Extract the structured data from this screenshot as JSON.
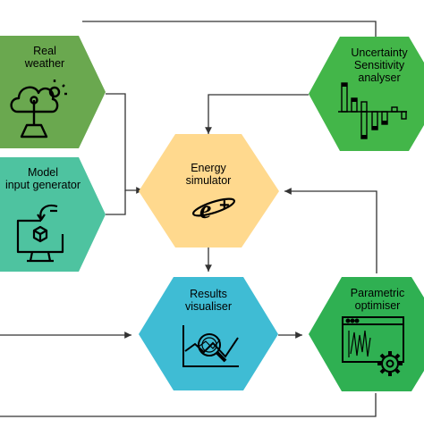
{
  "nodes": {
    "real_weather": {
      "line1": "Real",
      "line2": "weather",
      "color": "#6aa84f",
      "icon": "weather-station-icon"
    },
    "model_input": {
      "line1": "Model",
      "line2": "input generator",
      "color": "#4ec3a0",
      "icon": "monitor-cube-icon"
    },
    "energy_sim": {
      "line1": "Energy",
      "line2": "simulator",
      "color": "#ffd98e",
      "icon": "energyplus-logo-icon",
      "logo_text": "e+"
    },
    "uncertainty": {
      "line1": "Uncertainty",
      "line2": "Sensitivity",
      "line3": "analyser",
      "color": "#43b649",
      "icon": "bar-chart-icon"
    },
    "results": {
      "line1": "Results",
      "line2": "visualiser",
      "color": "#3fbcd4",
      "icon": "magnifier-chart-icon"
    },
    "parametric": {
      "line1": "Parametric",
      "line2": "optimiser",
      "color": "#2fb052",
      "icon": "window-gear-icon"
    }
  },
  "colors": {
    "arrow": "#333333",
    "icon_stroke": "#000000"
  }
}
